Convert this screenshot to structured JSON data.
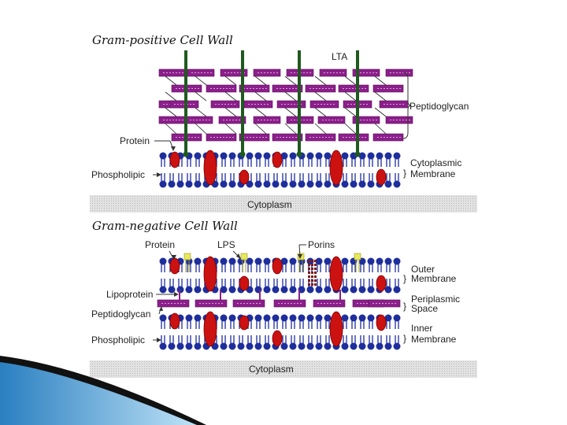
{
  "gram_positive": {
    "title": "Gram-positive Cell Wall",
    "labels": {
      "lta": "LTA",
      "peptidoglycan": "Peptidoglycan",
      "protein": "Protein",
      "cytoplasmic_membrane_1": "Cytoplasmic",
      "cytoplasmic_membrane_2": "Membrane",
      "phospholipid": "Phospholipic",
      "cytoplasm": "Cytoplasm"
    }
  },
  "gram_negative": {
    "title": "Gram-negative Cell Wall",
    "labels": {
      "protein": "Protein",
      "lps": "LPS",
      "porins": "Porins",
      "outer_membrane_1": "Outer",
      "outer_membrane_2": "Membrane",
      "lipoprotein": "Lipoprotein",
      "periplasmic_space_1": "Periplasmic",
      "periplasmic_space_2": "Space",
      "peptidoglycan": "Peptidoglycan",
      "inner_membrane_1": "Inner",
      "inner_membrane_2": "Membrane",
      "phospholipid": "Phospholipic",
      "cytoplasm": "Cytoplasm"
    }
  },
  "colors": {
    "peptidoglycan": "#8b1f8b",
    "membrane": "#1e2e9c",
    "protein": "#cc1111",
    "lta": "#1f5a1f",
    "lps": "#e8e85a",
    "cytoplasm": "#d4d4d4",
    "slide_accent": "#4a9fd6"
  }
}
